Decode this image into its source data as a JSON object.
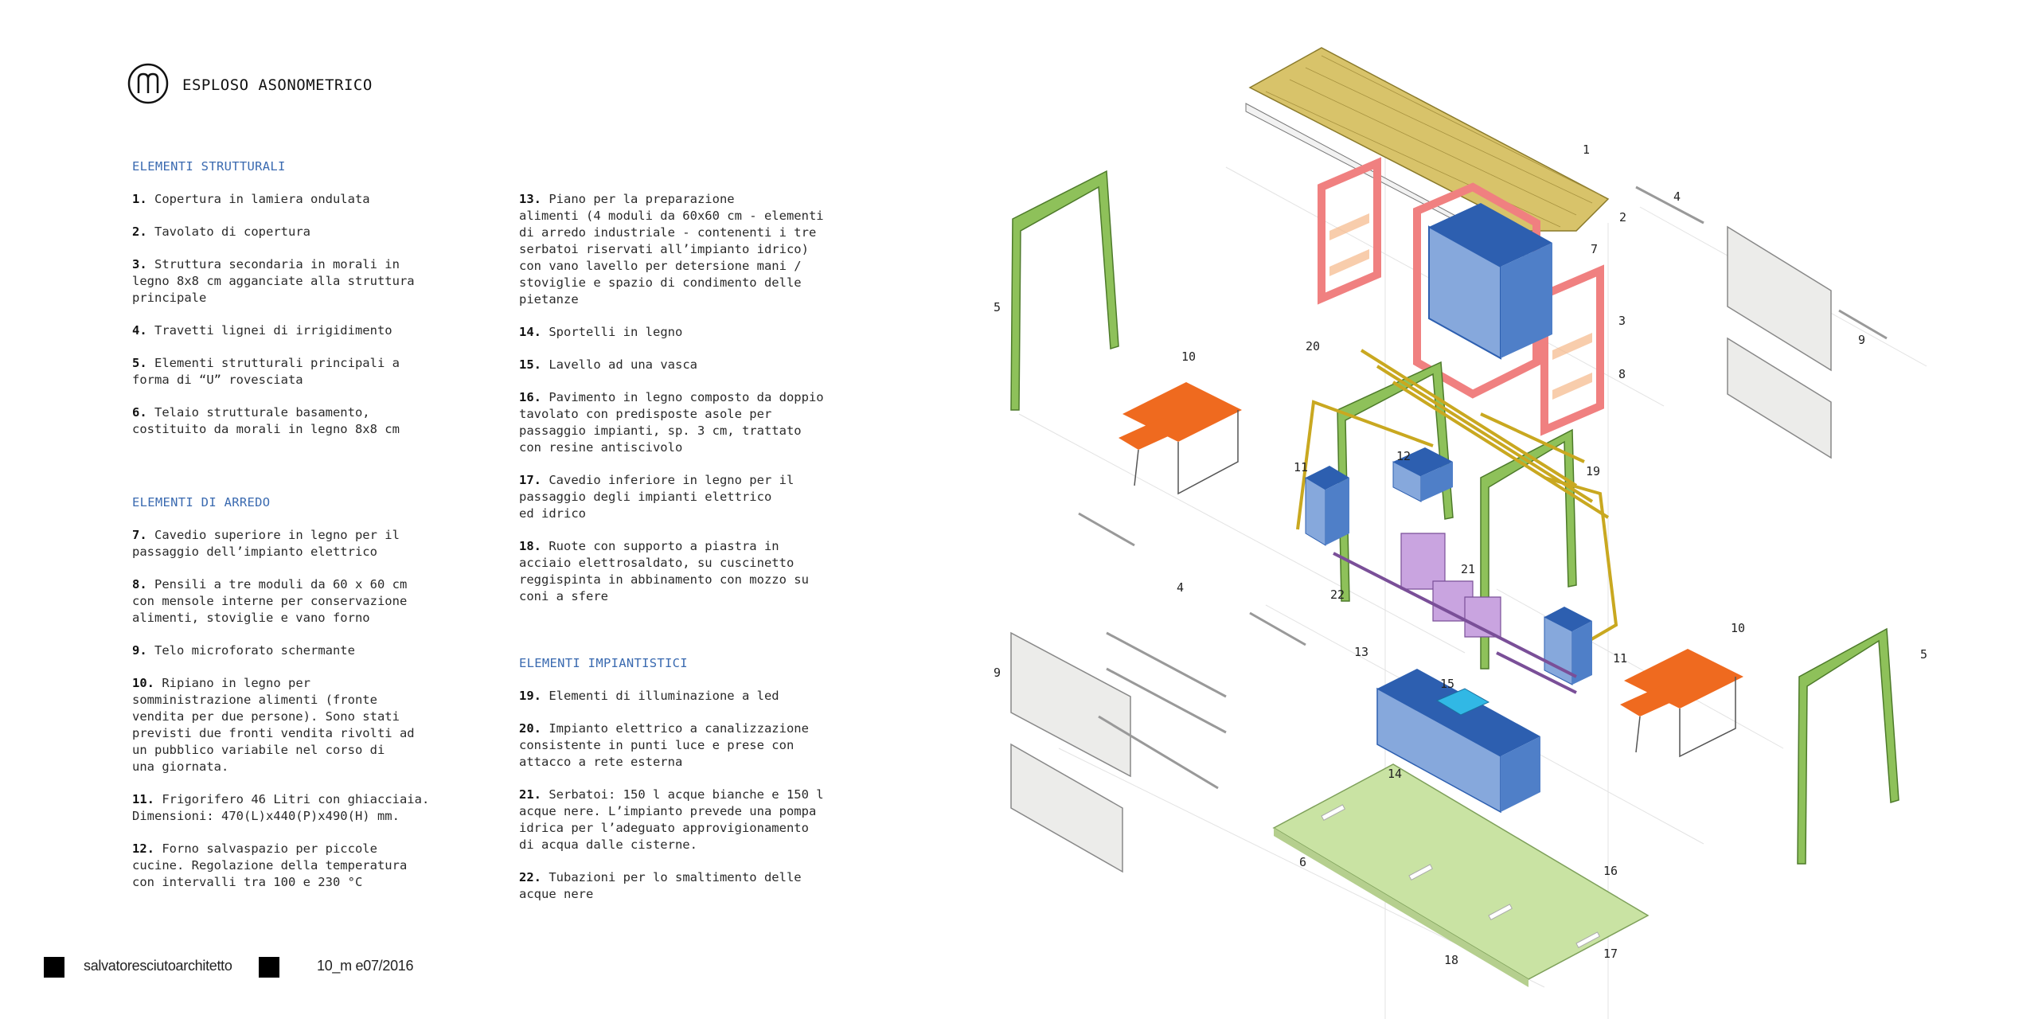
{
  "header": {
    "title": "ESPLOSO ASONOMETRICO"
  },
  "sections": {
    "strutturali": {
      "heading": "ELEMENTI STRUTTURALI",
      "items": [
        {
          "num": "1.",
          "text": "Copertura in lamiera ondulata"
        },
        {
          "num": "2.",
          "text": "Tavolato di copertura"
        },
        {
          "num": "3.",
          "text": "Struttura secondaria in morali in\nlegno 8x8 cm agganciate alla struttura\nprincipale"
        },
        {
          "num": "4.",
          "text": "Travetti lignei di irrigidimento"
        },
        {
          "num": "5.",
          "text": "Elementi strutturali principali a\nforma di “U” rovesciata"
        },
        {
          "num": "6.",
          "text": "Telaio strutturale basamento,\ncostituito da morali in legno 8x8 cm"
        }
      ]
    },
    "arredo": {
      "heading": "ELEMENTI DI ARREDO",
      "items": [
        {
          "num": "7.",
          "text": "Cavedio superiore in legno per il\npassaggio dell’impianto elettrico"
        },
        {
          "num": "8.",
          "text": "Pensili a tre moduli da 60 x 60 cm\ncon mensole interne per conservazione\nalimenti, stoviglie e vano forno"
        },
        {
          "num": "9.",
          "text": "Telo microforato schermante"
        },
        {
          "num": "10.",
          "text": "Ripiano in legno per\nsomministrazione alimenti (fronte\nvendita per due persone). Sono stati\nprevisti due fronti vendita rivolti ad\nun pubblico variabile nel corso di\nuna giornata."
        },
        {
          "num": "11.",
          "text": "Frigorifero 46 Litri con ghiacciaia.\nDimensioni: 470(L)x440(P)x490(H) mm."
        },
        {
          "num": "12.",
          "text": "Forno salvaspazio per piccole\ncucine. Regolazione della temperatura\ncon intervalli tra 100 e 230 °C"
        },
        {
          "num": "13.",
          "text": "Piano per la preparazione\nalimenti (4 moduli da 60x60 cm - elementi\ndi arredo industriale - contenenti i tre\nserbatoi riservati all’impianto idrico)\ncon vano lavello per detersione mani /\nstoviglie e spazio di condimento delle\npietanze"
        },
        {
          "num": "14.",
          "text": "Sportelli in legno"
        },
        {
          "num": "15.",
          "text": "Lavello ad una vasca"
        },
        {
          "num": "16.",
          "text": "Pavimento in legno composto da doppio\ntavolato con predisposte asole per\npassaggio impianti, sp. 3 cm, trattato\ncon resine antiscivolo"
        },
        {
          "num": "17.",
          "text": "Cavedio inferiore in legno per il\npassaggio degli impianti elettrico\ned idrico"
        },
        {
          "num": "18.",
          "text": "Ruote con supporto a piastra in\nacciaio elettrosaldato, su cuscinetto\nreggispinta in abbinamento con mozzo su\nconi a sfere"
        }
      ]
    },
    "impiantistici": {
      "heading": "ELEMENTI IMPIANTISTICI",
      "items": [
        {
          "num": "19.",
          "text": "Elementi di illuminazione a led"
        },
        {
          "num": "20.",
          "text": "Impianto elettrico a canalizzazione\nconsistente in punti luce e prese con\nattacco a rete esterna"
        },
        {
          "num": "21.",
          "text": "Serbatoi: 150 l acque bianche e 150 l\nacque nere. L’impianto prevede una pompa\nidrica per l’adeguato approvigionamento\ndi acqua dalle cisterne."
        },
        {
          "num": "22.",
          "text": "Tubazioni per lo smaltimento delle\nacque nere"
        }
      ]
    }
  },
  "footer": {
    "author": "salvatoresciutoarchitetto",
    "code": "10_m  e07/2016"
  },
  "drawing": {
    "labels": [
      "1",
      "2",
      "3",
      "4",
      "4",
      "5",
      "5",
      "6",
      "7",
      "8",
      "9",
      "9",
      "10",
      "10",
      "11",
      "11",
      "12",
      "13",
      "14",
      "15",
      "16",
      "17",
      "18",
      "19",
      "20",
      "21",
      "22"
    ],
    "colors": {
      "roof": "#d8c36a",
      "red": "#f08080",
      "blue": "#3f78c8",
      "green": "#8ec15a",
      "orange": "#ef6a1f",
      "purple": "#b88ad0",
      "yellow": "#c9a820",
      "floor": "#c9e3a3"
    }
  }
}
